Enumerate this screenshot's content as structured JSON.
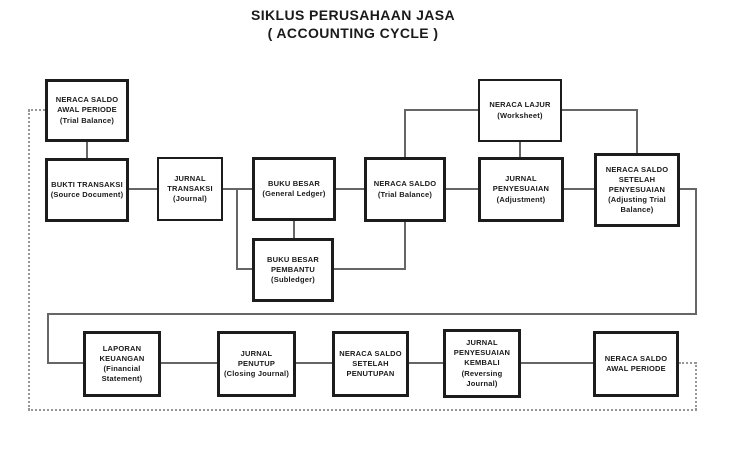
{
  "title": {
    "line1": "SIKLUS PERUSAHAAN JASA",
    "line2": "( ACCOUNTING CYCLE )"
  },
  "colors": {
    "background": "#ffffff",
    "box_border": "#1c1c1c",
    "connector_line": "#666666",
    "dotted_line": "#979797",
    "text": "#1a1a1a"
  },
  "boxes": {
    "neraca_saldo_awal_top": "NERACA SALDO\nAWAL PERIODE\n(Trial Balance)",
    "bukti_transaksi": "BUKTI TRANSAKSI\n(Source Document)",
    "jurnal_transaksi": "JURNAL\nTRANSAKSI\n(Journal)",
    "buku_besar": "BUKU BESAR\n(General Ledger)",
    "buku_besar_pembantu": "BUKU BESAR\nPEMBANTU\n(Subledger)",
    "neraca_saldo": "NERACA SALDO\n(Trial Balance)",
    "neraca_lajur": "NERACA LAJUR\n(Worksheet)",
    "jurnal_penyesuaian": "JURNAL\nPENYESUAIAN\n(Adjustment)",
    "neraca_saldo_setelah_penyesuaian": "NERACA SALDO\nSETELAH\nPENYESUAIAN\n(Adjusting Trial\nBalance)",
    "laporan_keuangan": "LAPORAN\nKEUANGAN\n(Financial\nStatement)",
    "jurnal_penutup": "JURNAL\nPENUTUP\n(Closing Journal)",
    "neraca_saldo_setelah_penutupan": "NERACA SALDO\nSETELAH\nPENUTUPAN",
    "jurnal_penyesuaian_kembali": "JURNAL\nPENYESUAIAN\nKEMBALI\n(Reversing\nJournal)",
    "neraca_saldo_awal_bottom": "NERACA SALDO\nAWAL PERIODE"
  }
}
